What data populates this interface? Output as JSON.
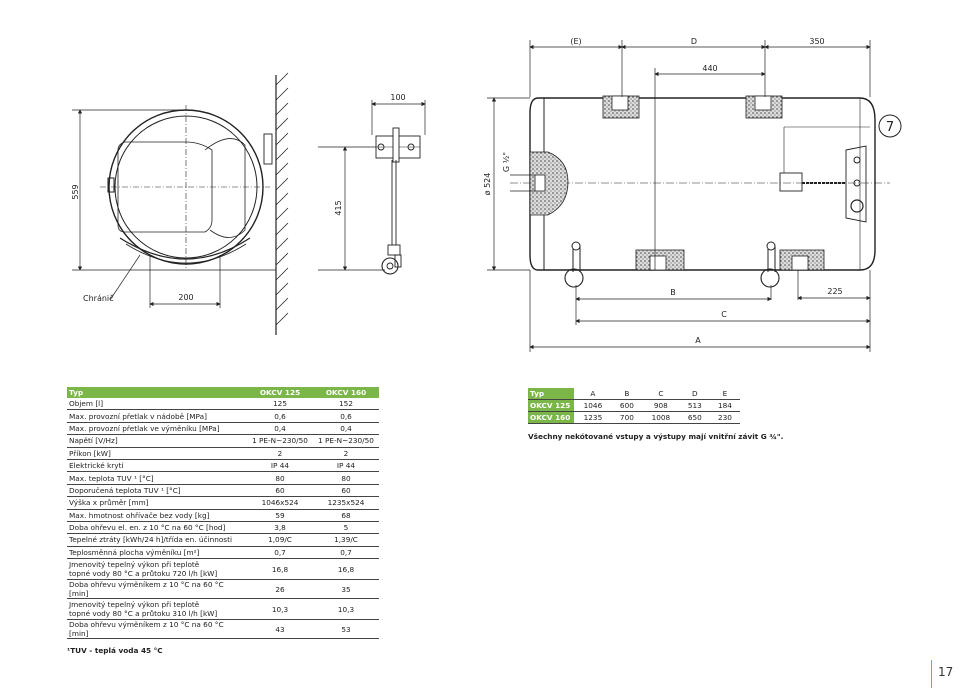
{
  "drawing": {
    "dim_559": "559",
    "dim_200": "200",
    "label_chranic": "Chránič",
    "dim_100": "100",
    "dim_415": "415",
    "dim_E": "(E)",
    "dim_D": "D",
    "dim_350": "350",
    "dim_440": "440",
    "dim_524": "ø 524",
    "dim_G": "G ½\"",
    "callout_7": "7",
    "dim_B": "B",
    "dim_225": "225",
    "dim_C": "C",
    "dim_A": "A"
  },
  "spec_table": {
    "header": {
      "typ": "Typ",
      "col1": "OKCV 125",
      "col2": "OKCV 160"
    },
    "rows": [
      {
        "label": "Objem [l]",
        "v1": "125",
        "v2": "152"
      },
      {
        "label": "Max. provozní přetlak v nádobě [MPa]",
        "v1": "0,6",
        "v2": "0,6"
      },
      {
        "label": "Max. provozní přetlak ve výměníku [MPa]",
        "v1": "0,4",
        "v2": "0,4"
      },
      {
        "label": "Napětí [V/Hz]",
        "v1": "1 PE-N~230/50",
        "v2": "1 PE-N~230/50"
      },
      {
        "label": "Příkon [kW]",
        "v1": "2",
        "v2": "2"
      },
      {
        "label": "Elektrické krytí",
        "v1": "IP 44",
        "v2": "IP 44"
      },
      {
        "label": "Max. teplota TUV ¹ [°C]",
        "v1": "80",
        "v2": "80"
      },
      {
        "label": "Doporučená teplota TUV ¹ [°C]",
        "v1": "60",
        "v2": "60"
      },
      {
        "label": "Výška x průměr [mm]",
        "v1": "1046x524",
        "v2": "1235x524"
      },
      {
        "label": "Max. hmotnost ohřívače bez vody [kg]",
        "v1": "59",
        "v2": "68"
      },
      {
        "label": "Doba ohřevu el. en. z 10 °C na 60 °C [hod]",
        "v1": "3,8",
        "v2": "5"
      },
      {
        "label": "Tepelné ztráty [kWh/24 h]/třída en. účinnosti",
        "v1": "1,09/C",
        "v2": "1,39/C"
      },
      {
        "label": "Teplosměnná plocha výměníku [m²]",
        "v1": "0,7",
        "v2": "0,7"
      },
      {
        "label": "Jmenovitý tepelný výkon při teplotě",
        "label2": "topné vody 80 °C a průtoku 720 l/h [kW]",
        "v1": "16,8",
        "v2": "16,8"
      },
      {
        "label": "Doba ohřevu výměníkem z 10 °C na 60 °C [min]",
        "v1": "26",
        "v2": "35"
      },
      {
        "label": "Jmenovitý tepelný výkon při teplotě",
        "label2": "topné vody 80 °C a průtoku 310 l/h [kW]",
        "v1": "10,3",
        "v2": "10,3"
      },
      {
        "label": "Doba ohřevu výměníkem z 10 °C na 60 °C [min]",
        "v1": "43",
        "v2": "53"
      }
    ],
    "footnote": "¹TUV - teplá voda 45 °C"
  },
  "dims_table": {
    "headers": [
      "Typ",
      "A",
      "B",
      "C",
      "D",
      "E"
    ],
    "rows": [
      [
        "OKCV 125",
        "1046",
        "600",
        "908",
        "513",
        "184"
      ],
      [
        "OKCV 160",
        "1235",
        "700",
        "1008",
        "650",
        "230"
      ]
    ],
    "note": "Všechny nekótované vstupy a výstupy mají vnitřní závit G ¾\"."
  },
  "page_number": "17",
  "colors": {
    "accent": "#7ab648"
  }
}
